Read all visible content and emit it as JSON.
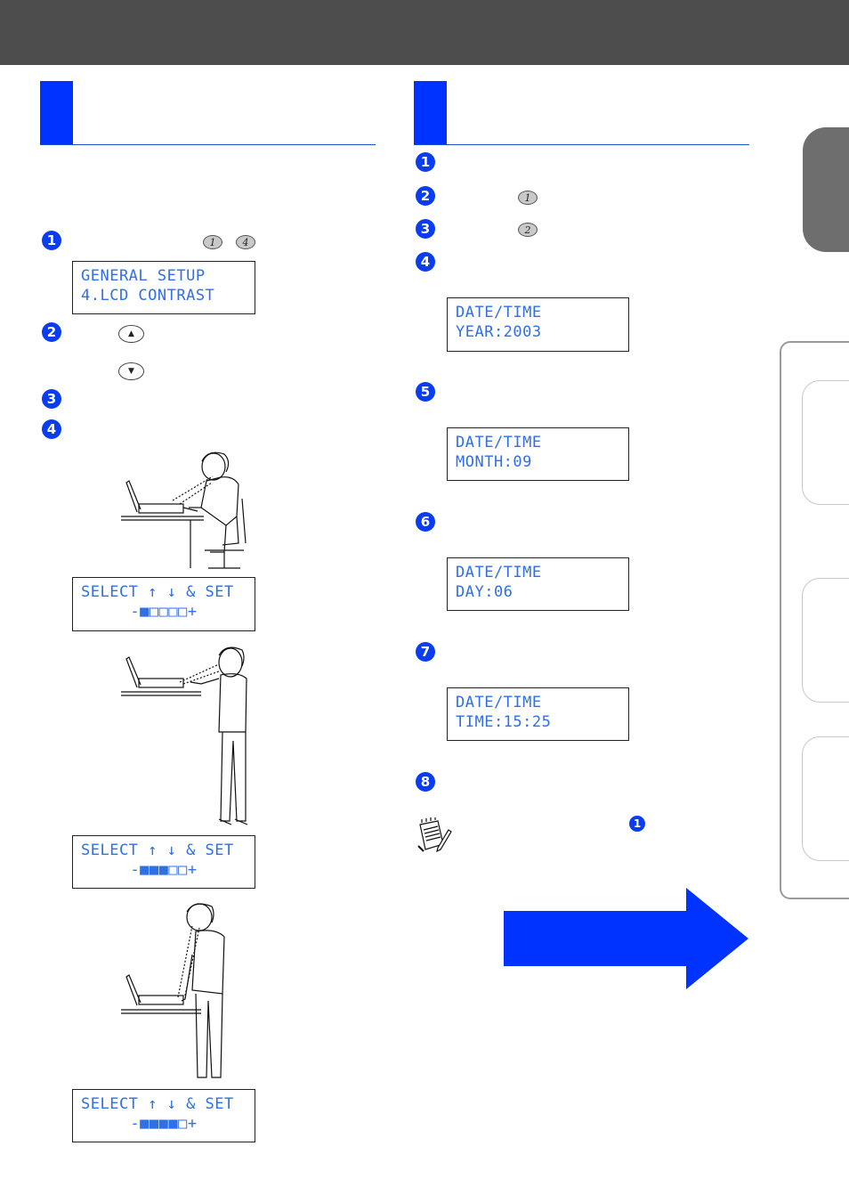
{
  "colors": {
    "accent": "#0033ff",
    "header": "#4d4d4d",
    "lcd_text": "#2f6fe8",
    "arrow": "#0033ff"
  },
  "left": {
    "steps": [
      "1",
      "2",
      "3",
      "4"
    ],
    "keys": {
      "k1": "1",
      "k4": "4"
    },
    "nav_up_icon": "up-arrow-key-icon",
    "nav_down_icon": "down-arrow-key-icon",
    "lcd_menu": {
      "line1": "GENERAL SETUP",
      "line2": "4.LCD CONTRAST"
    },
    "lcd_select": [
      {
        "line1": "SELECT ↑ ↓ & SET",
        "line2": "-■□□□□+"
      },
      {
        "line1": "SELECT ↑ ↓ & SET",
        "line2": "-■■■□□+"
      },
      {
        "line1": "SELECT ↑ ↓ & SET",
        "line2": "-■■■■□+"
      }
    ]
  },
  "right": {
    "steps": [
      "1",
      "2",
      "3",
      "4",
      "5",
      "6",
      "7",
      "8"
    ],
    "keys": {
      "k1": "1",
      "k2": "2"
    },
    "lcd": [
      {
        "line1": "DATE/TIME",
        "line2": "YEAR:2003"
      },
      {
        "line1": "DATE/TIME",
        "line2": "MONTH:09"
      },
      {
        "line1": "DATE/TIME",
        "line2": "DAY:06"
      },
      {
        "line1": "DATE/TIME",
        "line2": "TIME:15:25"
      }
    ],
    "note_step": "1",
    "note_icon": "notepad-pencil-icon"
  },
  "next_arrow_icon": "next-page-arrow-icon"
}
